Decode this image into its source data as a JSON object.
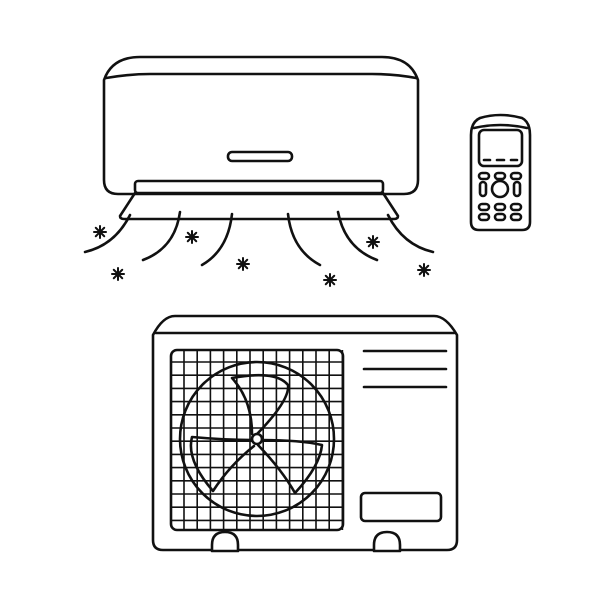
{
  "illustration": {
    "subject": "air-conditioner-set",
    "colors": {
      "line": "#111111",
      "background": "#ffffff"
    },
    "parts": [
      "indoor-unit",
      "remote-control",
      "outdoor-unit"
    ]
  }
}
